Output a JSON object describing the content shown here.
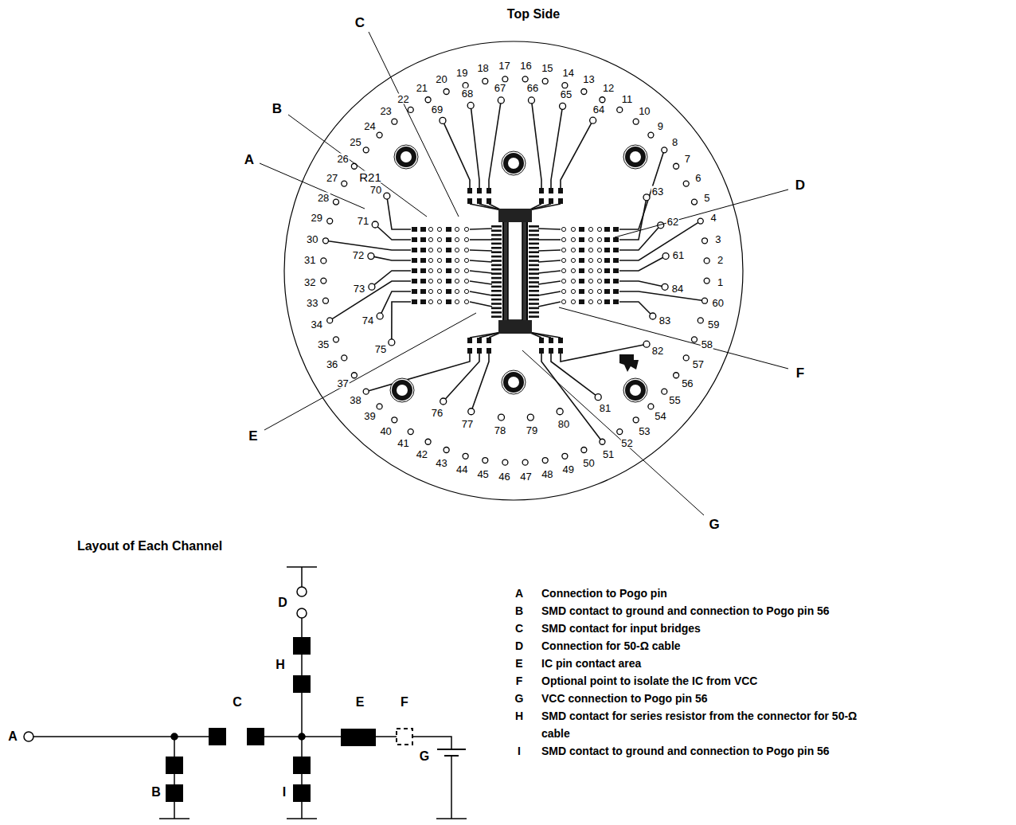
{
  "diagram": {
    "title": "Top Side",
    "labels": [
      "1",
      "2",
      "3",
      "4",
      "5",
      "6",
      "7",
      "8",
      "9",
      "10",
      "11",
      "12",
      "13",
      "14",
      "15",
      "16",
      "17",
      "18",
      "19",
      "20",
      "21",
      "22",
      "23",
      "24",
      "25",
      "26",
      "27",
      "28",
      "29",
      "30",
      "31",
      "32",
      "33",
      "34",
      "35",
      "36",
      "37",
      "38",
      "39",
      "40",
      "41",
      "42",
      "43",
      "44",
      "45",
      "46",
      "47",
      "48",
      "49",
      "50",
      "51",
      "52",
      "53",
      "54",
      "55",
      "56",
      "57",
      "58",
      "59",
      "60",
      "61",
      "62",
      "63",
      "64",
      "65",
      "66",
      "67",
      "68",
      "69",
      "70",
      "71",
      "72",
      "73",
      "74",
      "75",
      "76",
      "77",
      "78",
      "79",
      "80",
      "81",
      "82",
      "83",
      "84",
      "R21",
      "A",
      "B",
      "C",
      "D",
      "E",
      "F",
      "G",
      "Layout of Each Channel",
      "D",
      "H",
      "C",
      "E",
      "F",
      "A",
      "G",
      "B",
      "I",
      "A",
      "Connection to Pogo pin",
      "B",
      "SMD contact to ground and connection to Pogo pin 56",
      "C",
      "SMD contact for input bridges",
      "D",
      "Connection for 50-Ω cable",
      "E",
      "IC pin contact area",
      "F",
      "Optional point to isolate the IC from VCC",
      "G",
      "VCC connection to Pogo pin 56",
      "H",
      "SMD contact for series resistor from the connector for 50-Ω cable",
      "I",
      "SMD contact to ground and connection to Pogo pin 56"
    ]
  }
}
